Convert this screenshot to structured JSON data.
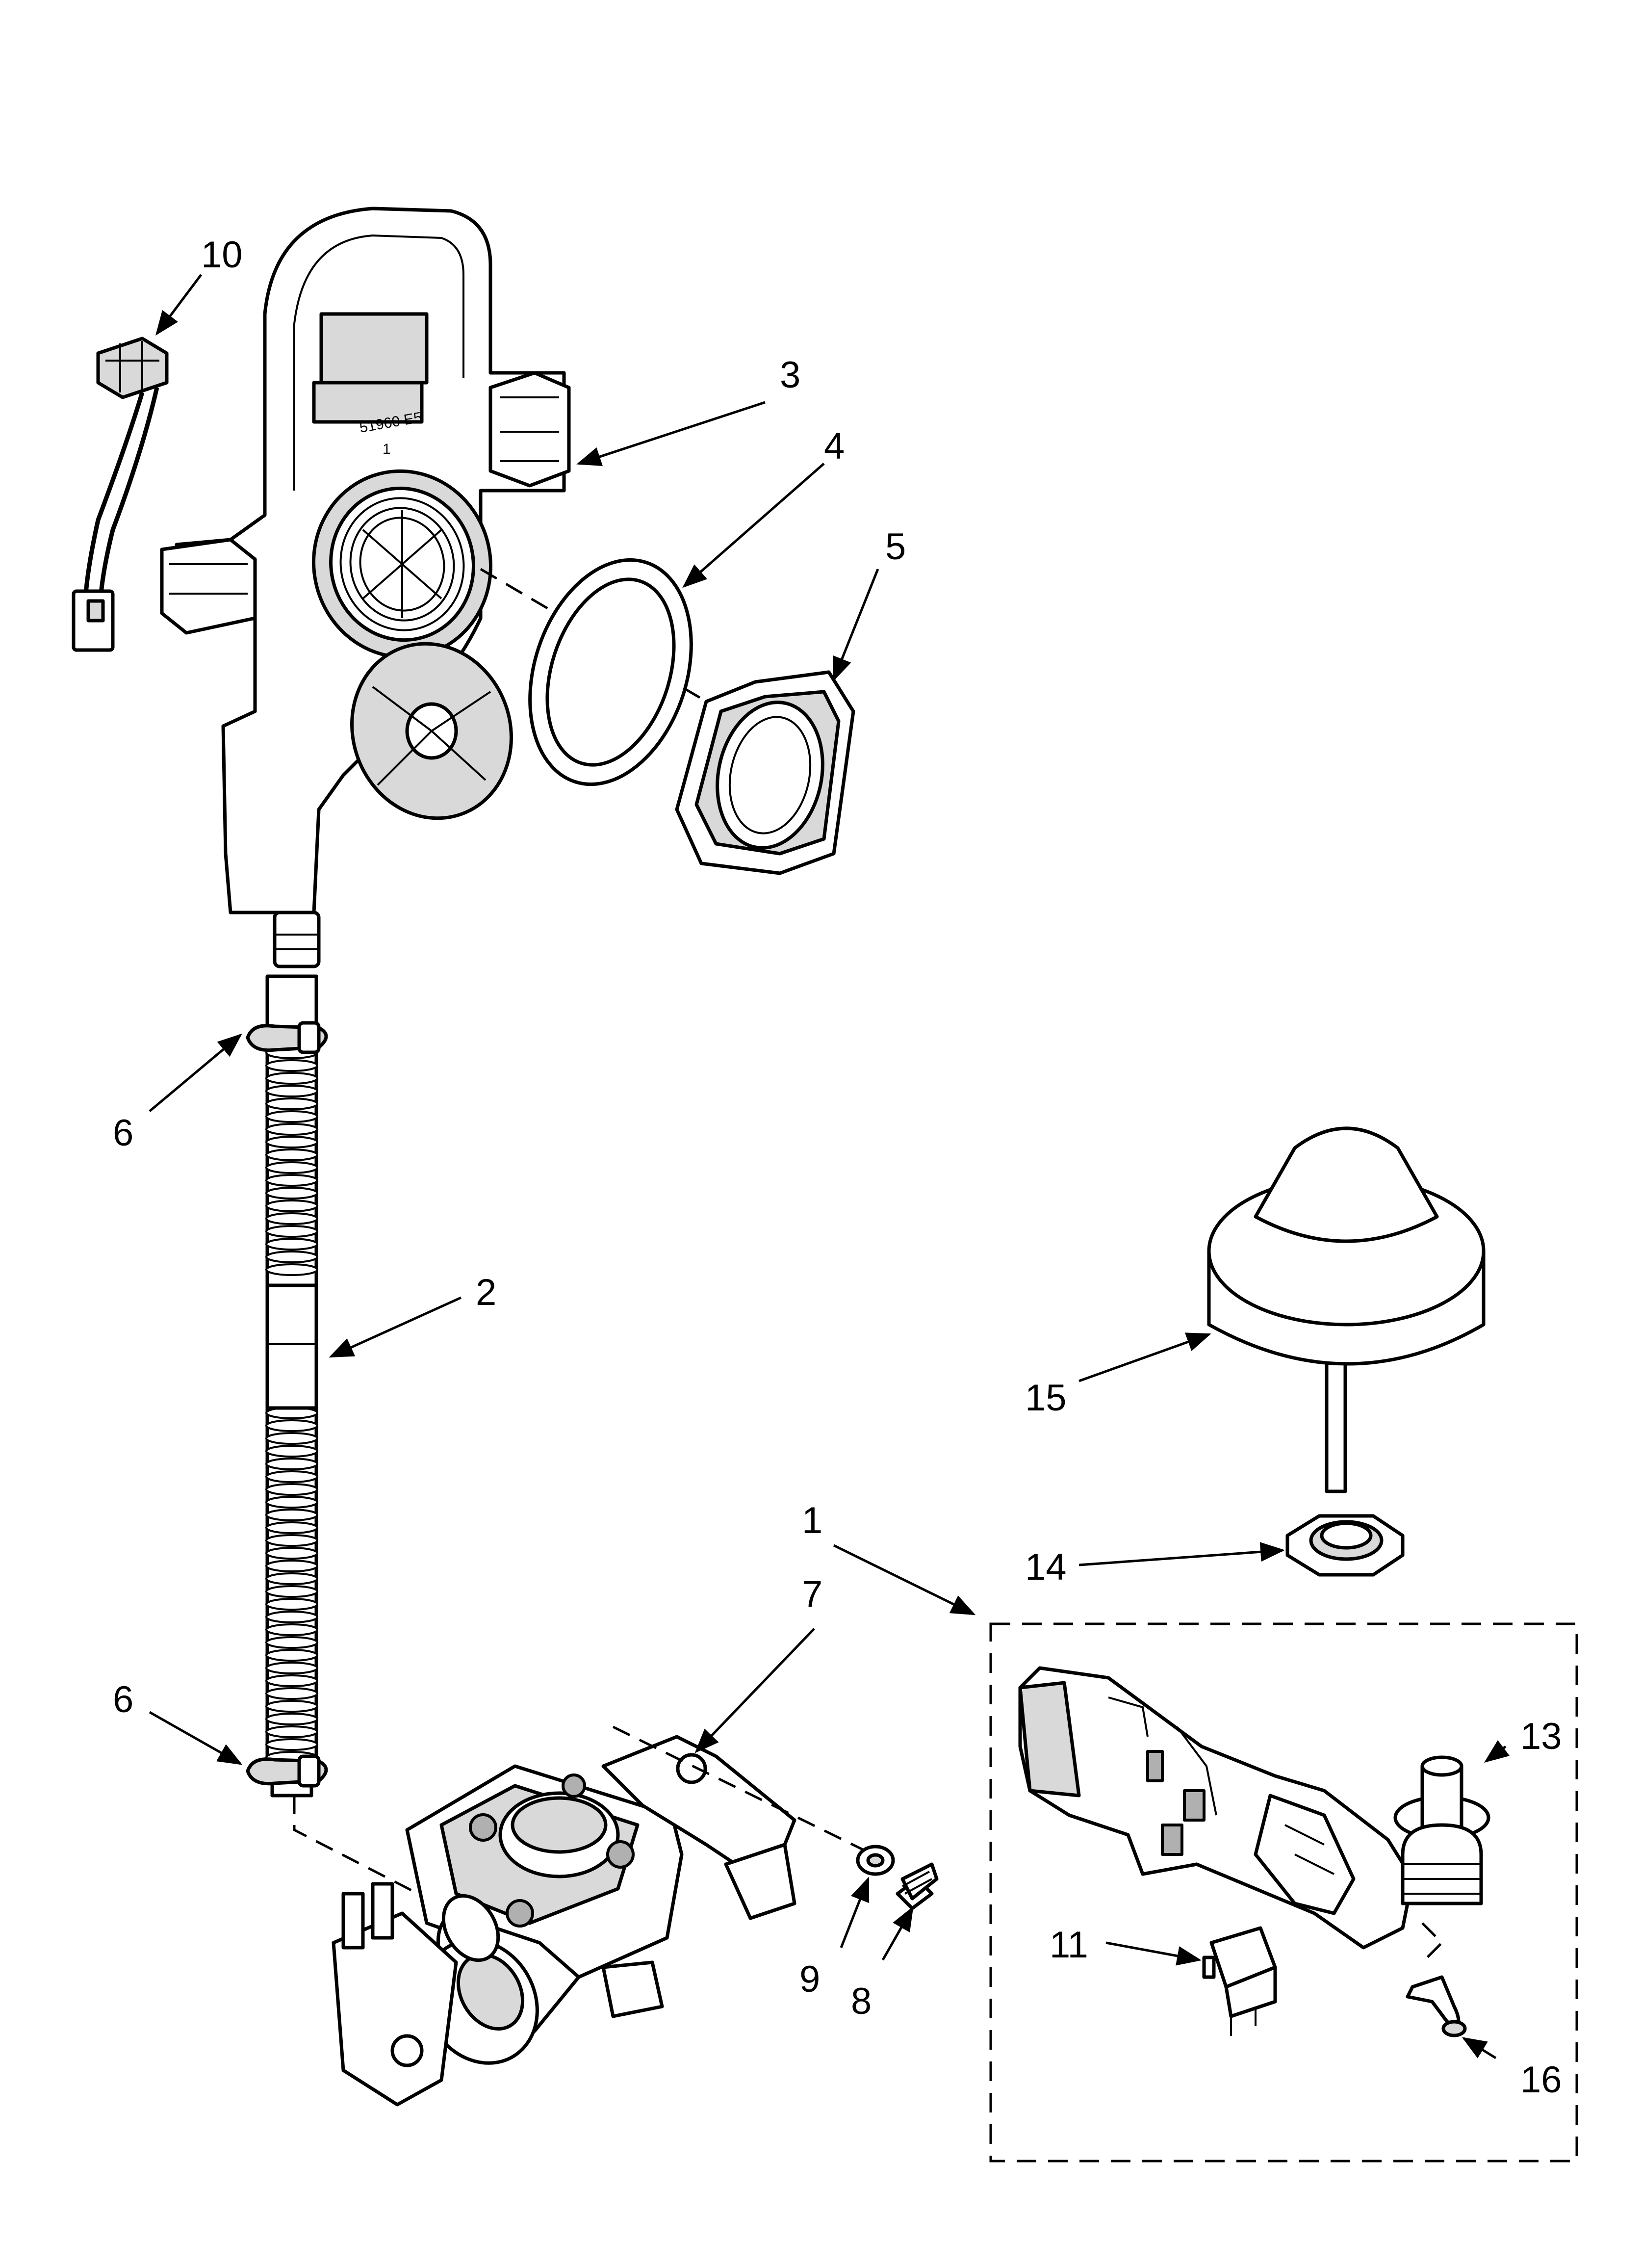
{
  "callouts": {
    "p1": "1",
    "p2": "2",
    "p3": "3",
    "p4": "4",
    "p5": "5",
    "p6a": "6",
    "p6b": "6",
    "p7": "7",
    "p8": "8",
    "p9": "9",
    "p10": "10",
    "p11": "11",
    "p13": "13",
    "p14": "14",
    "p15": "15",
    "p16": "16"
  },
  "housing_stamp": {
    "line1": "51960 E5",
    "line2": "1"
  }
}
